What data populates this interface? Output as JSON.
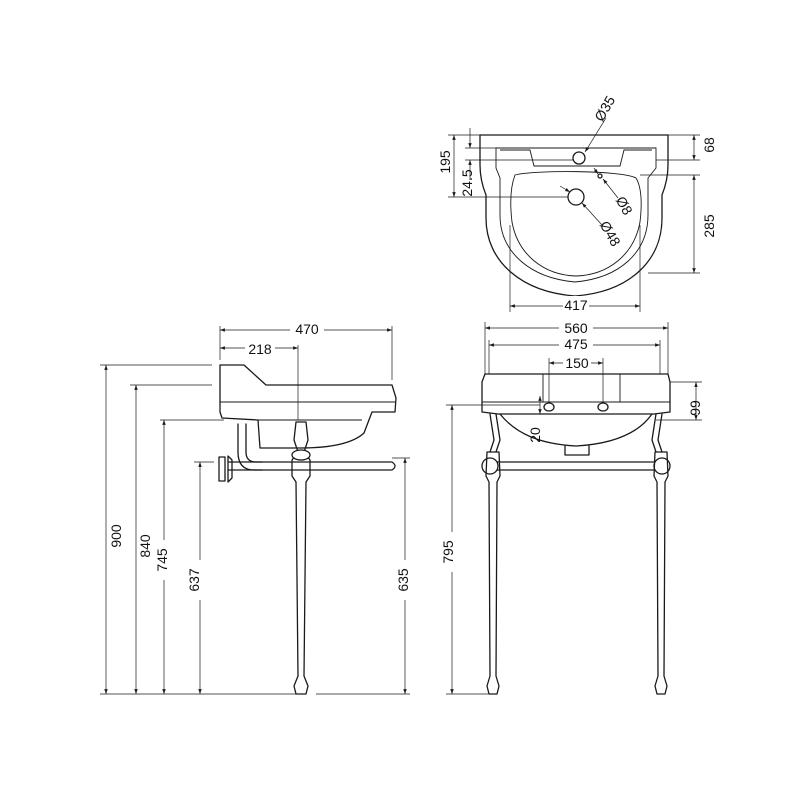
{
  "dimensions": {
    "top_view": {
      "d35": "Ø35",
      "d8": "Ø8",
      "d48": "Ø48",
      "h195": "195",
      "h24_5": "24.5",
      "h68": "68",
      "h285": "285",
      "w417": "417"
    },
    "side_view": {
      "w470": "470",
      "w218": "218",
      "h900": "900",
      "h840": "840",
      "h745": "745",
      "h637": "637",
      "h635": "635"
    },
    "front_view": {
      "w560": "560",
      "w475": "475",
      "w150": "150",
      "h99": "99",
      "h20": "20",
      "h795": "795"
    }
  }
}
